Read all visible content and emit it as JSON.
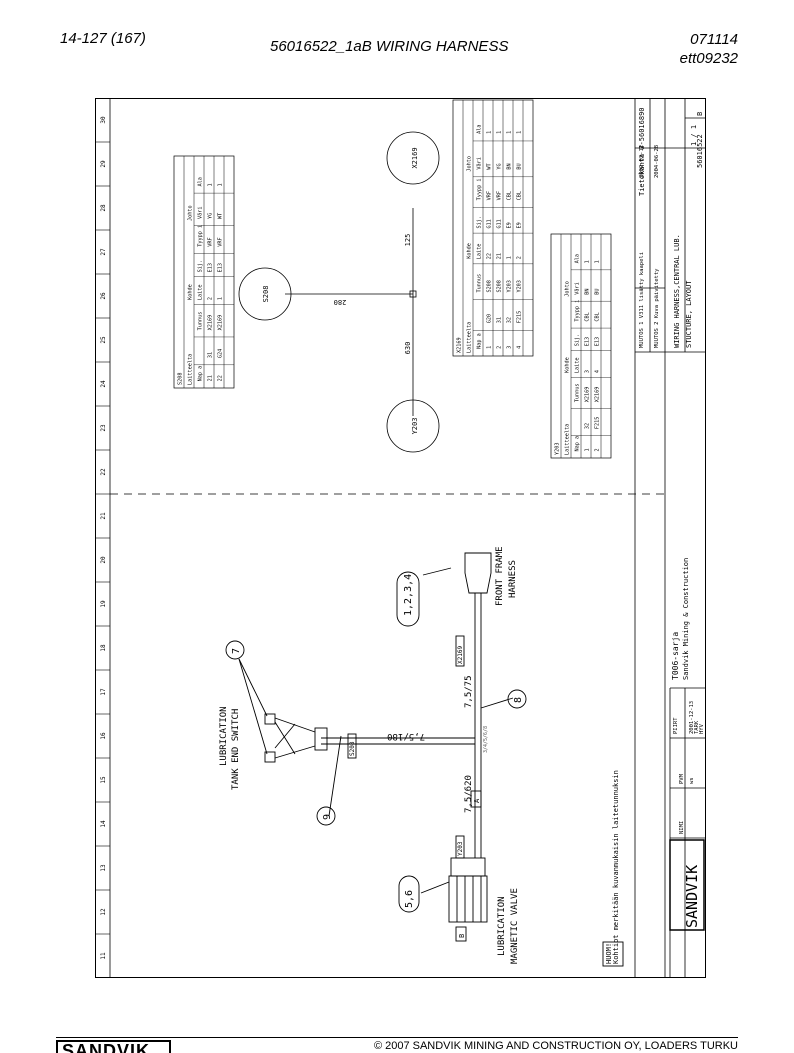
{
  "header": {
    "page_no": "14-127 (167)",
    "title": "56016522_1aB WIRING HARNESS",
    "date": "071114",
    "code": "ett09232"
  },
  "footer": {
    "logo": "SANDVIK",
    "copyright": "© 2007 SANDVIK MINING AND CONSTRUCTION OY, LOADERS TURKU"
  },
  "drawing": {
    "ruler": [
      "11",
      "12",
      "13",
      "14",
      "15",
      "16",
      "17",
      "18",
      "19",
      "20",
      "21",
      "22",
      "23",
      "24",
      "25",
      "26",
      "27",
      "28",
      "29",
      "30"
    ],
    "labels": {
      "tank_switch_1": "LUBRICATION",
      "tank_switch_2": "TANK END SWITCH",
      "front_frame_1": "FRONT FRAME",
      "front_frame_2": "HARNESS",
      "mag_valve_1": "LUBRICATION",
      "mag_valve_2": "MAGNETIC VALVE",
      "seg_620": "7,5/620",
      "seg_75": "7,5/75",
      "seg_180": "7,5/180",
      "tag_s208": "S208",
      "tag_x2169": "X2169",
      "tag_y203": "Y203",
      "tag_small": "3/4/5/6/8",
      "box_a": "A",
      "box_b": "B",
      "note_title": "HUOM!",
      "note_text": "Kohtiot merkitään kuvanmukaisin laitetunnuksin"
    },
    "callouts": {
      "c1234": "1,2,3,4",
      "c56": "5,6",
      "c7": "7",
      "c8": "8",
      "c9": "9"
    },
    "schematic": {
      "node_x2169": "X2169",
      "node_s208": "S208",
      "node_y203": "Y203",
      "len_125": "125",
      "len_280": "280",
      "len_630": "630"
    },
    "table_s208": {
      "title": "S208",
      "headers": [
        "Laitteelta",
        "Kohde",
        "Johto"
      ],
      "subheaders": [
        "Nap a",
        "Tunnus",
        "Laite",
        "Sij.",
        "Tyypp i",
        "Väri",
        "Ala"
      ],
      "rows": [
        [
          "21",
          "31",
          "X2169",
          "2",
          "E13",
          "VRF",
          "YG",
          "1"
        ],
        [
          "22",
          "G24",
          "X2169",
          "1",
          "E13",
          "VRF",
          "WT",
          "1"
        ]
      ]
    },
    "table_x2169": {
      "title": "X2169",
      "headers": [
        "Laitteelta",
        "Kohde",
        "Johto"
      ],
      "subheaders": [
        "Nap a",
        "Tunnus",
        "Laite",
        "Sij.",
        "Tyypp i",
        "Väri",
        "Ala"
      ],
      "rows": [
        [
          "1",
          "G20",
          "S208",
          "22",
          "G11",
          "VRF",
          "WT",
          "1"
        ],
        [
          "2",
          "31",
          "S208",
          "21",
          "G11",
          "VRF",
          "YG",
          "1"
        ],
        [
          "3",
          "32",
          "Y203",
          "1",
          "E9",
          "CBL",
          "BN",
          "1"
        ],
        [
          "4",
          "F215",
          "Y203",
          "2",
          "E9",
          "CBL",
          "BU",
          "1"
        ]
      ]
    },
    "table_y203": {
      "title": "Y203",
      "headers": [
        "Laitteelta",
        "Kohde",
        "Johto"
      ],
      "subheaders": [
        "Nap a",
        "Tunnus",
        "Laite",
        "Sij.",
        "Tyypp i",
        "Väri",
        "Ala"
      ],
      "rows": [
        [
          "1",
          "32",
          "X2169",
          "3",
          "E13",
          "CBL",
          "BN",
          "1"
        ],
        [
          "2",
          "F215",
          "X2169",
          "4",
          "E13",
          "CBL",
          "BU",
          "1"
        ]
      ]
    },
    "titleblock": {
      "tietokanta": "Tietokanta 3-56016890",
      "muutos1": "MUUTOS 1 V311 lisätty kaapeli",
      "muutos2": "MUUTOS 2 Kuva päivitetty",
      "pvm1": "2002-02-12",
      "pvm2": "2004-06-28",
      "name_line1": "WIRING HARNESS,CENTRAL LUB.",
      "name_line2": "STUCTURE, LAYOUT",
      "sheet": "1 / 1",
      "drawing_no": "56016522",
      "rev": "B",
      "series_1": "T006-sarja",
      "series_2": "Sandvik Mining & Construction",
      "brand": "SANDVIK",
      "piirt": "PIIRT",
      "pvm_label": "PVM",
      "nimi": "NIMI",
      "tark": "TARK",
      "hyv": "HYV",
      "piirt_date": "2001-12-13",
      "piirt_name": "ws"
    }
  }
}
